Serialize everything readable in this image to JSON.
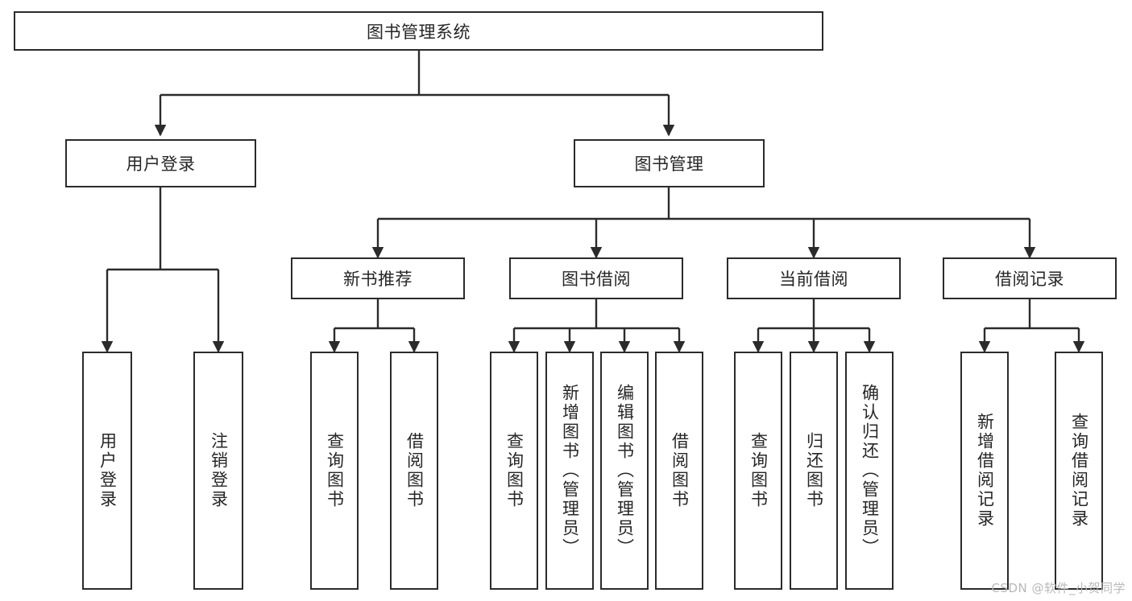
{
  "diagram": {
    "type": "tree",
    "title": "图书管理系统",
    "orientation": "top-down",
    "levels": 3,
    "colors": {
      "box_border": "#2b2b2b",
      "box_fill": "#ffffff",
      "edge": "#2b2b2b",
      "text": "#262626",
      "watermark": "#b9b9b9"
    }
  },
  "root": {
    "label": "图书管理系统"
  },
  "level2": [
    {
      "id": "user-login",
      "label": "用户登录"
    },
    {
      "id": "book-manage",
      "label": "图书管理"
    }
  ],
  "level3": [
    {
      "id": "new-book-recommend",
      "label": "新书推荐",
      "parent": "book-manage"
    },
    {
      "id": "book-borrow",
      "label": "图书借阅",
      "parent": "book-manage"
    },
    {
      "id": "current-borrow",
      "label": "当前借阅",
      "parent": "book-manage"
    },
    {
      "id": "borrow-record",
      "label": "借阅记录",
      "parent": "book-manage"
    }
  ],
  "leaves": {
    "user_login": [
      {
        "id": "leaf-user-login",
        "label": "用户登录"
      },
      {
        "id": "leaf-logout",
        "label": "注销登录"
      }
    ],
    "new_book_recommend": [
      {
        "id": "leaf-query-book-1",
        "label": "查询图书"
      },
      {
        "id": "leaf-borrow-book-1",
        "label": "借阅图书"
      }
    ],
    "book_borrow": [
      {
        "id": "leaf-query-book-2",
        "label": "查询图书"
      },
      {
        "id": "leaf-add-book",
        "label": "新增图书（管理员）"
      },
      {
        "id": "leaf-edit-book",
        "label": "编辑图书（管理员）"
      },
      {
        "id": "leaf-borrow-book-2",
        "label": "借阅图书"
      }
    ],
    "current_borrow": [
      {
        "id": "leaf-query-book-3",
        "label": "查询图书"
      },
      {
        "id": "leaf-return-book",
        "label": "归还图书"
      },
      {
        "id": "leaf-confirm-return",
        "label": "确认归还（管理员）"
      }
    ],
    "borrow_record": [
      {
        "id": "leaf-add-record",
        "label": "新增借阅记录"
      },
      {
        "id": "leaf-query-record",
        "label": "查询借阅记录"
      }
    ]
  },
  "watermark": {
    "text": "CSDN @软件_小贺同学"
  }
}
